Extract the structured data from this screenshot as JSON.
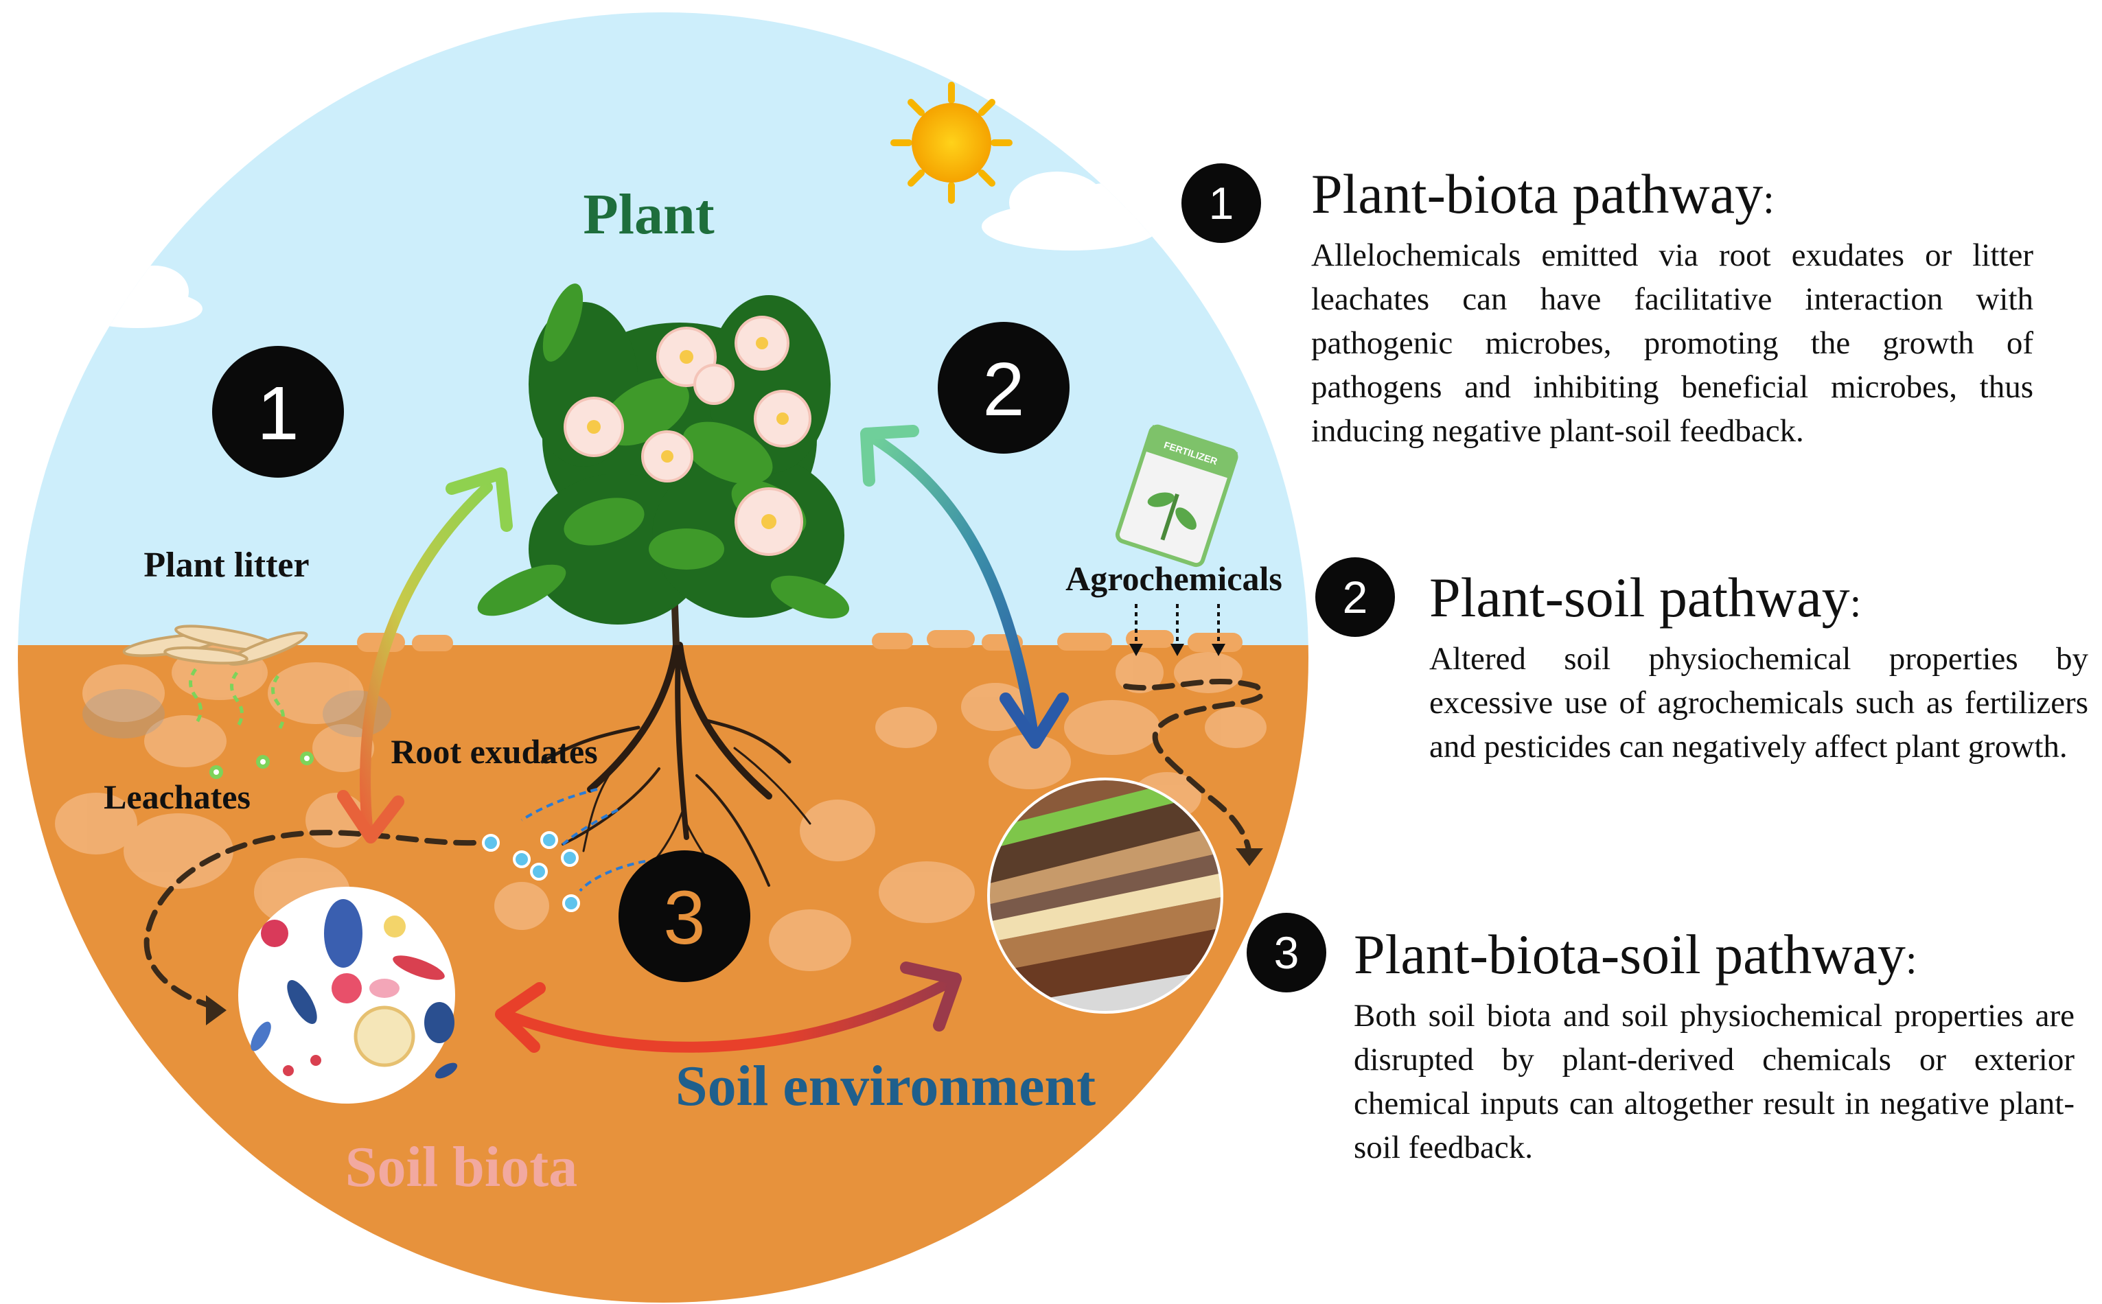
{
  "diagram": {
    "plant_label": "Plant",
    "soil_biota_label": "Soil biota",
    "soil_environment_label": "Soil environment",
    "plant_litter_label": "Plant litter",
    "leachates_label": "Leachates",
    "root_exudates_label": "Root exudates",
    "agrochemicals_label": "Agrochemicals",
    "fertilizer_bag_text": "FERTILIZER",
    "marker_1": "1",
    "marker_2": "2",
    "marker_3": "3"
  },
  "pathways": [
    {
      "number": "1",
      "title": "Plant-biota pathway",
      "colon": ":",
      "description": "Allelochemicals emitted via root exudates or litter leachates can have facilitative interaction with pathogenic microbes, promoting the growth of pathogens and inhibiting beneficial microbes, thus inducing negative plant-soil feedback."
    },
    {
      "number": "2",
      "title": "Plant-soil pathway",
      "colon": ":",
      "description": "Altered soil physiochemical properties by excessive use of agrochemicals such as fertilizers and pesticides can negatively affect plant growth."
    },
    {
      "number": "3",
      "title": "Plant-biota-soil pathway",
      "colon": ":",
      "description": "Both soil biota and soil physiochemical properties are disrupted by plant-derived chemicals or exterior chemical inputs can altogether result in negative plant-soil feedback."
    }
  ],
  "colors": {
    "sky": "#cdeefb",
    "soil": "#e7923c",
    "plant_label": "#1e6e3c",
    "soil_biota_label": "#f2a9a0",
    "soil_environment_label": "#1f5f8c",
    "arrow_green": "#8fd14f",
    "arrow_red": "#e8402a",
    "arrow_blue": "#2a62a8"
  }
}
